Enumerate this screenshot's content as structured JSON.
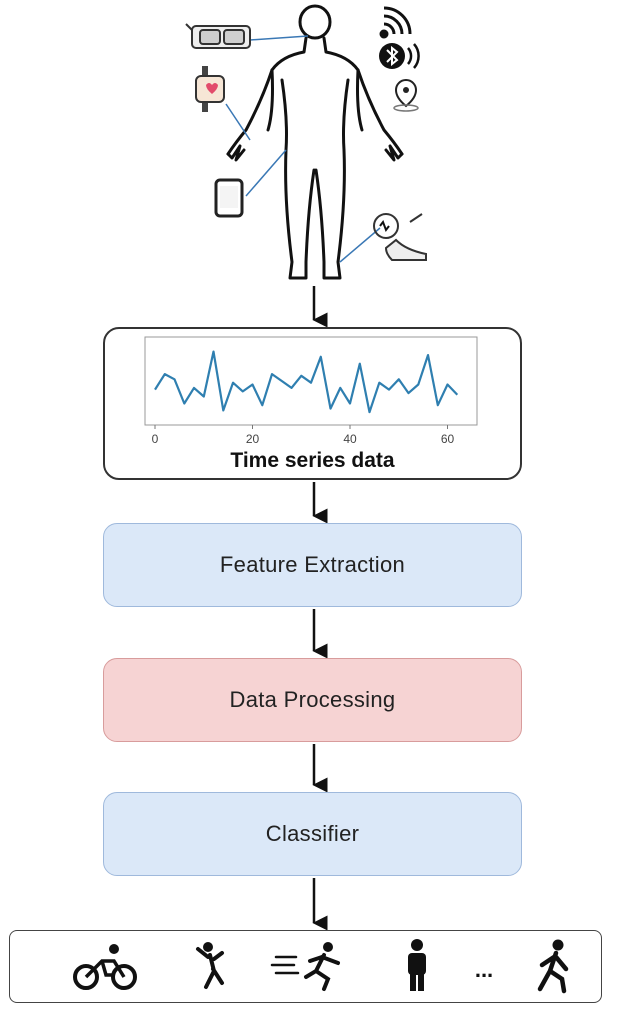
{
  "sensors": {
    "body": "human-body-icon",
    "glasses": "smart-glasses-icon",
    "watch": "smartwatch-icon",
    "phone": "smartphone-icon",
    "shoe": "smart-shoe-icon",
    "wifi": "wifi-icon",
    "bluetooth": "bluetooth-icon",
    "location": "location-pin-icon"
  },
  "pipeline": {
    "time_series_label": "Time series data",
    "feature_extraction": "Feature Extraction",
    "data_processing": "Data Processing",
    "classifier": "Classifier"
  },
  "colors": {
    "blue_box": "#dbe8f8",
    "red_box": "#f6d3d3",
    "signal_line": "#2f7fb0"
  },
  "chart_data": {
    "type": "line",
    "x": [
      0,
      2,
      4,
      6,
      8,
      10,
      12,
      14,
      16,
      18,
      20,
      22,
      24,
      26,
      28,
      30,
      32,
      34,
      36,
      38,
      40,
      42,
      44,
      46,
      48,
      50,
      52,
      54,
      56,
      58,
      60,
      62
    ],
    "series": [
      {
        "values": [
          0.5,
          1.4,
          1.1,
          -0.3,
          0.6,
          0.1,
          2.7,
          -0.7,
          0.9,
          0.4,
          0.8,
          -0.4,
          1.4,
          1.0,
          0.6,
          1.3,
          0.9,
          2.4,
          -0.6,
          0.6,
          -0.3,
          2.0,
          -0.8,
          0.9,
          0.5,
          1.1,
          0.3,
          0.8,
          2.5,
          -0.4,
          0.8,
          0.2
        ]
      }
    ],
    "xticks": [
      "0",
      "20",
      "40",
      "60"
    ],
    "xlim": [
      0,
      64
    ],
    "ylim": [
      -1.2,
      3.2
    ],
    "grid": false
  },
  "activities": {
    "cycling": "cycling-icon",
    "jumping": "jumping-icon",
    "running": "running-icon",
    "standing": "standing-icon",
    "ellipsis": "...",
    "walking": "walking-icon"
  }
}
